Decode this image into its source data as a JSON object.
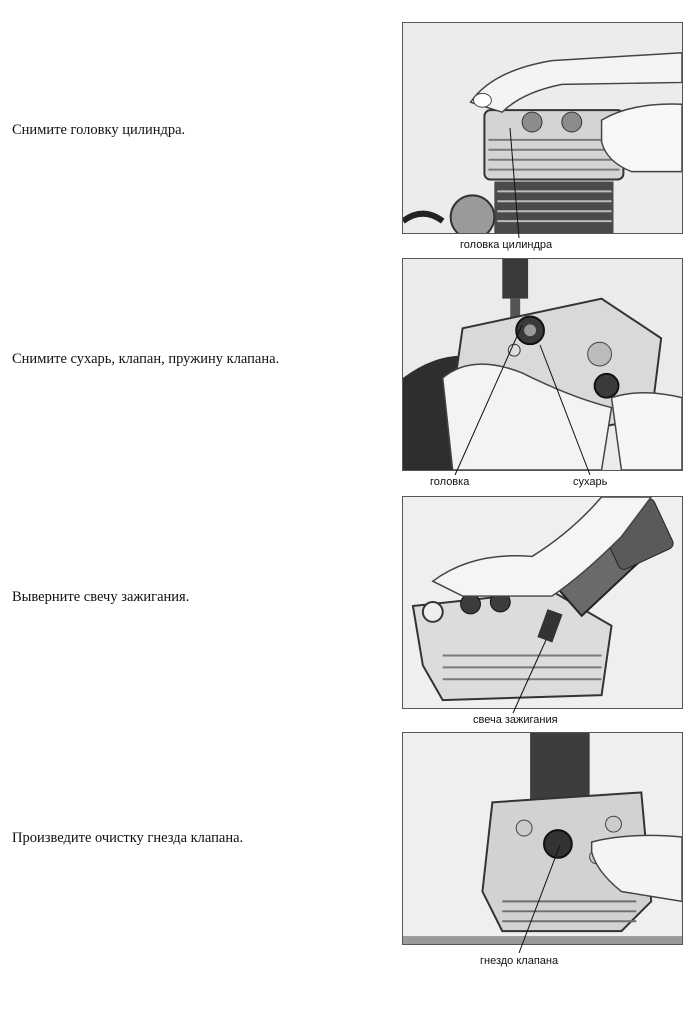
{
  "steps": [
    {
      "instruction": "Снимите головку цилиндра.",
      "callouts": [
        "головка цилиндра"
      ]
    },
    {
      "instruction": "Снимите сухарь, клапан, пружину клапана.",
      "callouts": [
        "головка",
        "сухарь"
      ]
    },
    {
      "instruction": "Выверните свечу зажигания.",
      "callouts": [
        "свеча зажигания"
      ]
    },
    {
      "instruction": "Произведите очистку гнезда клапана.",
      "callouts": [
        "гнездо клапана"
      ]
    }
  ]
}
